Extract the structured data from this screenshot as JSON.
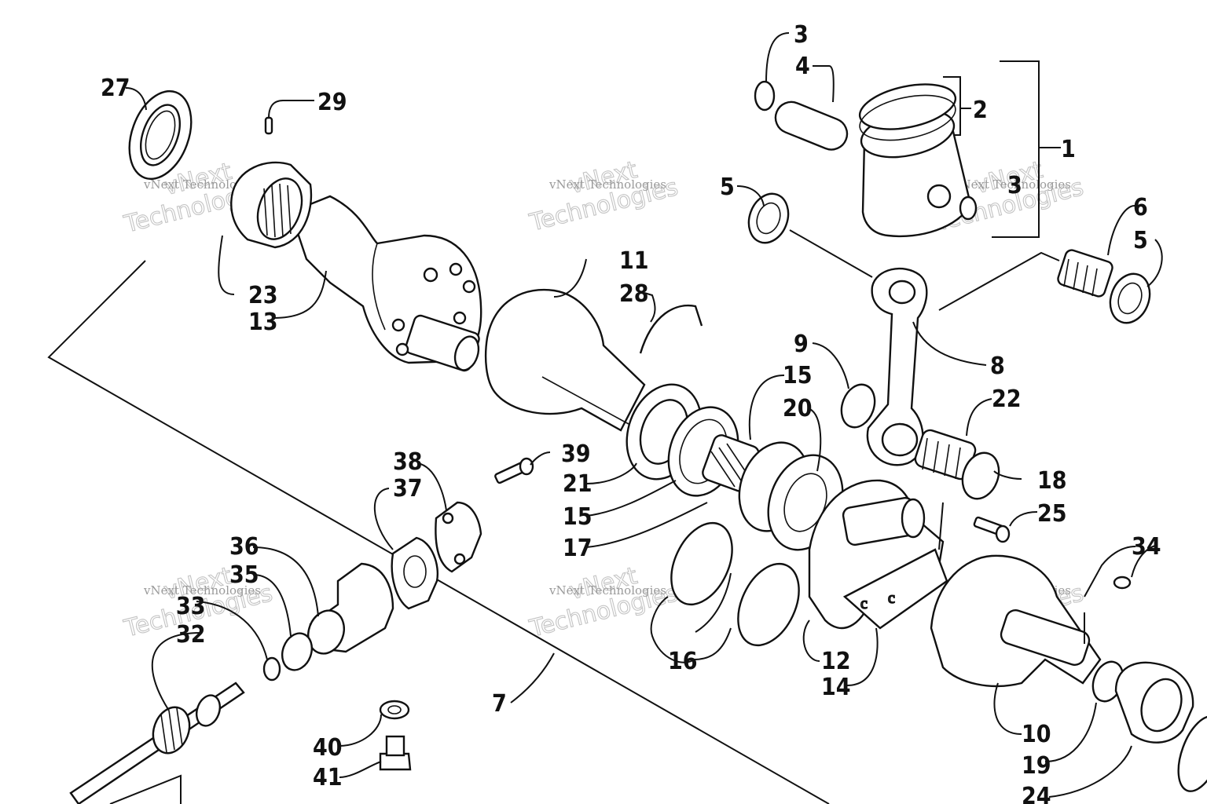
{
  "callouts": [
    {
      "id": "c1",
      "text": "1"
    },
    {
      "id": "c2",
      "text": "2"
    },
    {
      "id": "c3a",
      "text": "3"
    },
    {
      "id": "c3b",
      "text": "3"
    },
    {
      "id": "c4",
      "text": "4"
    },
    {
      "id": "c5a",
      "text": "5"
    },
    {
      "id": "c5b",
      "text": "5"
    },
    {
      "id": "c6",
      "text": "6"
    },
    {
      "id": "c7",
      "text": "7"
    },
    {
      "id": "c8",
      "text": "8"
    },
    {
      "id": "c9",
      "text": "9"
    },
    {
      "id": "c10",
      "text": "10"
    },
    {
      "id": "c11",
      "text": "11"
    },
    {
      "id": "c12",
      "text": "12"
    },
    {
      "id": "c13",
      "text": "13"
    },
    {
      "id": "c14",
      "text": "14"
    },
    {
      "id": "c15a",
      "text": "15"
    },
    {
      "id": "c15b",
      "text": "15"
    },
    {
      "id": "c16",
      "text": "16"
    },
    {
      "id": "c17",
      "text": "17"
    },
    {
      "id": "c18",
      "text": "18"
    },
    {
      "id": "c19",
      "text": "19"
    },
    {
      "id": "c20",
      "text": "20"
    },
    {
      "id": "c21",
      "text": "21"
    },
    {
      "id": "c22",
      "text": "22"
    },
    {
      "id": "c23",
      "text": "23"
    },
    {
      "id": "c24",
      "text": "24"
    },
    {
      "id": "c25",
      "text": "25"
    },
    {
      "id": "c27",
      "text": "27"
    },
    {
      "id": "c28",
      "text": "28"
    },
    {
      "id": "c29",
      "text": "29"
    },
    {
      "id": "c32",
      "text": "32"
    },
    {
      "id": "c33",
      "text": "33"
    },
    {
      "id": "c34",
      "text": "34"
    },
    {
      "id": "c35",
      "text": "35"
    },
    {
      "id": "c36",
      "text": "36"
    },
    {
      "id": "c37",
      "text": "37"
    },
    {
      "id": "c38",
      "text": "38"
    },
    {
      "id": "c39",
      "text": "39"
    },
    {
      "id": "c40",
      "text": "40"
    },
    {
      "id": "c41",
      "text": "41"
    }
  ],
  "watermark": {
    "small": "vNext Technologies",
    "big_line1": "vNext",
    "big_line2": "Technologies"
  }
}
